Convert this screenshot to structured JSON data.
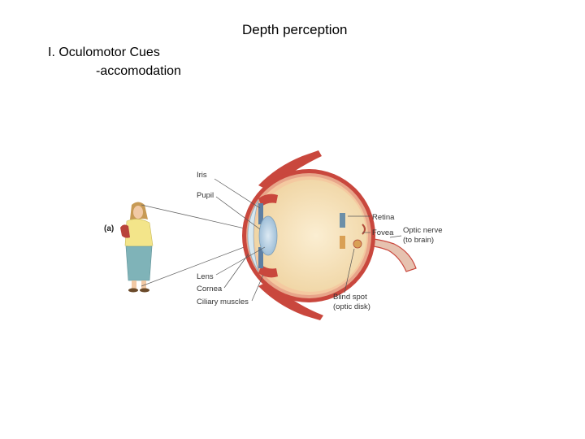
{
  "slide": {
    "title": "Depth perception",
    "heading": "I. Oculomotor Cues",
    "subheading": "-accomodation"
  },
  "figure": {
    "panel_label": "(a)",
    "labels": {
      "iris": "Iris",
      "pupil": "Pupil",
      "lens": "Lens",
      "cornea": "Cornea",
      "ciliary_muscles": "Ciliary muscles",
      "retina": "Retina",
      "fovea": "Fovea",
      "optic_nerve_1": "Optic nerve",
      "optic_nerve_2": "(to brain)",
      "blind_spot_1": "Blind spot",
      "blind_spot_2": "(optic disk)"
    },
    "colors": {
      "sclera": "#c9473d",
      "eyeball_fill": "#f6e2b8",
      "lens": "#b9d3e6",
      "cornea": "#d8e8f0",
      "optic_nerve": "#e6c2b0",
      "sweater": "#f3e58a",
      "skirt": "#7fb3b8"
    }
  }
}
